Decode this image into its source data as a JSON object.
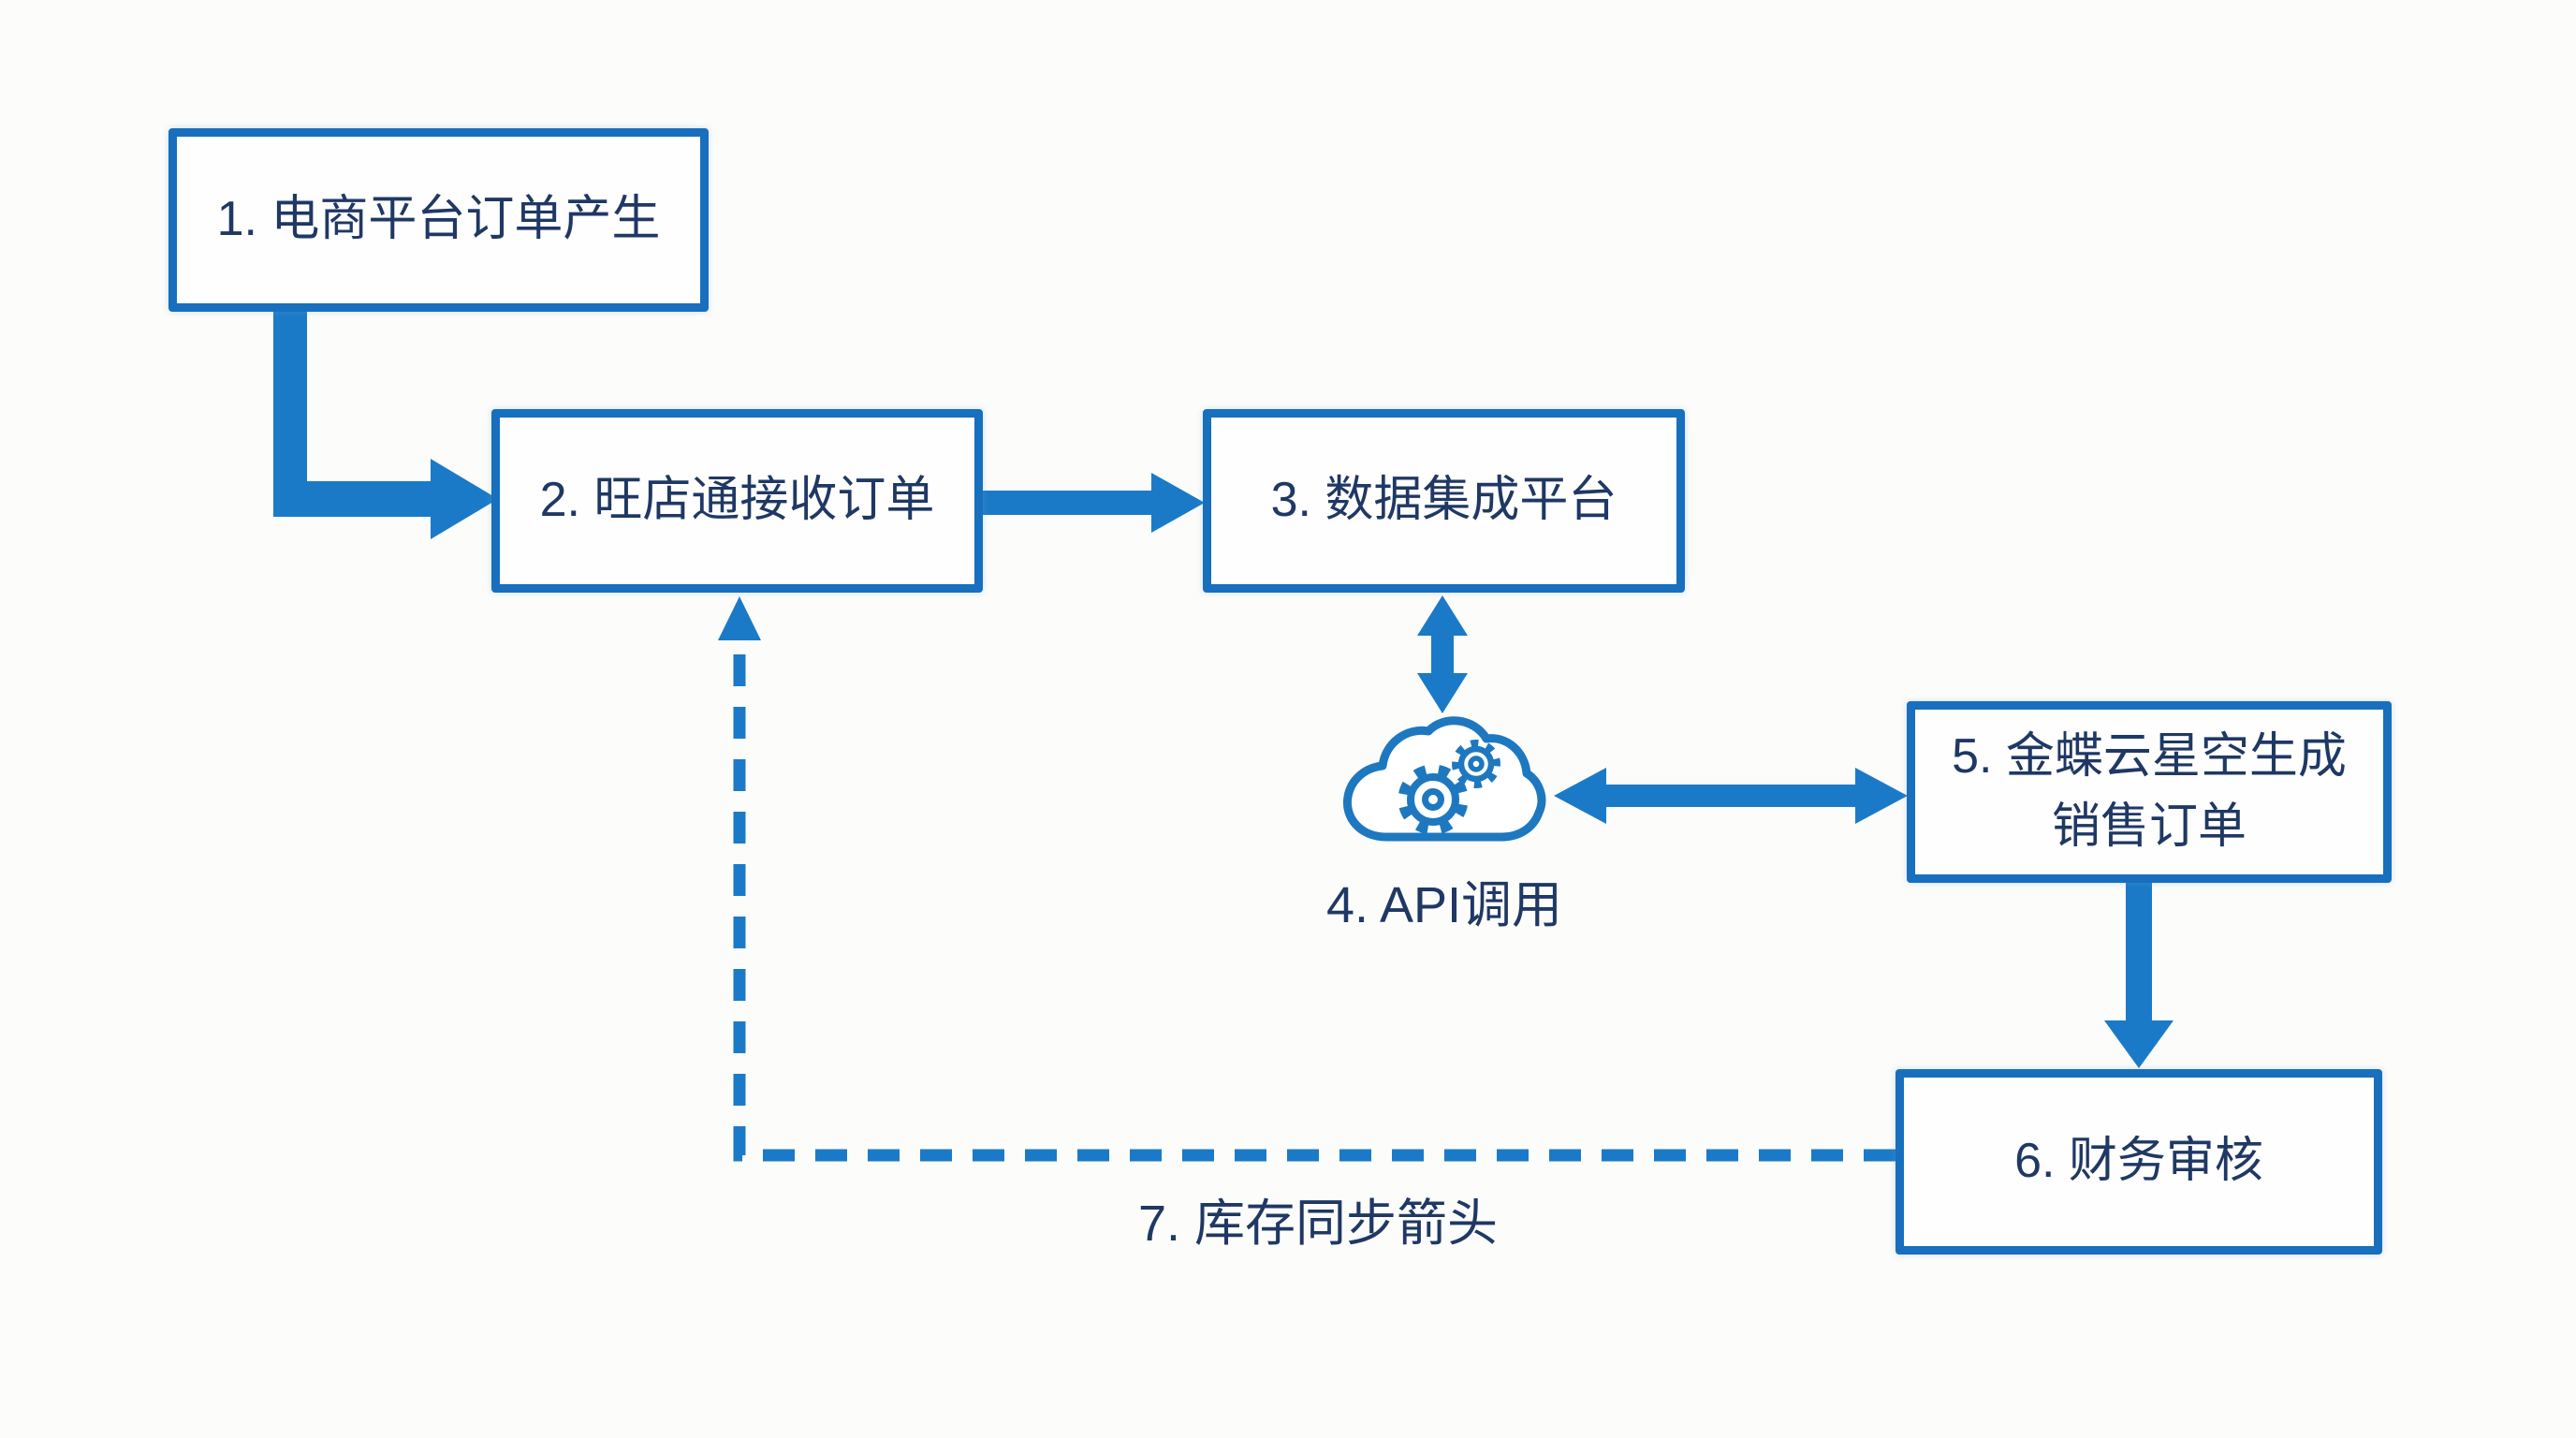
{
  "background_color": "#fcfcfa",
  "colors": {
    "arrow_blue": "#1B7AC8",
    "box_border_blue": "#176FBE",
    "text_navy": "#1F3864",
    "box_fill": "#fefefe"
  },
  "flowchart": {
    "nodes": [
      {
        "id": "1",
        "shape": "box",
        "label": "1. 电商平台订单产生"
      },
      {
        "id": "2",
        "shape": "box",
        "label": "2. 旺店通接收订单"
      },
      {
        "id": "3",
        "shape": "box",
        "label": "3. 数据集成平台"
      },
      {
        "id": "4",
        "shape": "cloud",
        "label": "4. API调用",
        "icon": "cloud-gears-icon"
      },
      {
        "id": "5",
        "shape": "box",
        "label_line1": "5. 金蝶云星空生成",
        "label_line2": "销售订单"
      },
      {
        "id": "6",
        "shape": "box",
        "label": "6. 财务审核"
      },
      {
        "id": "7",
        "shape": "label",
        "label": "7. 库存同步箭头"
      }
    ],
    "edges": [
      {
        "from": "1",
        "to": "2",
        "style": "solid-elbow-arrow"
      },
      {
        "from": "2",
        "to": "3",
        "style": "solid-arrow"
      },
      {
        "from": "3",
        "to": "4",
        "style": "double-headed-arrow"
      },
      {
        "from": "4",
        "to": "5",
        "style": "double-headed-arrow"
      },
      {
        "from": "5",
        "to": "6",
        "style": "solid-arrow"
      },
      {
        "from": "6",
        "to": "2",
        "style": "dashed-arrow",
        "label": "7. 库存同步箭头"
      }
    ]
  }
}
